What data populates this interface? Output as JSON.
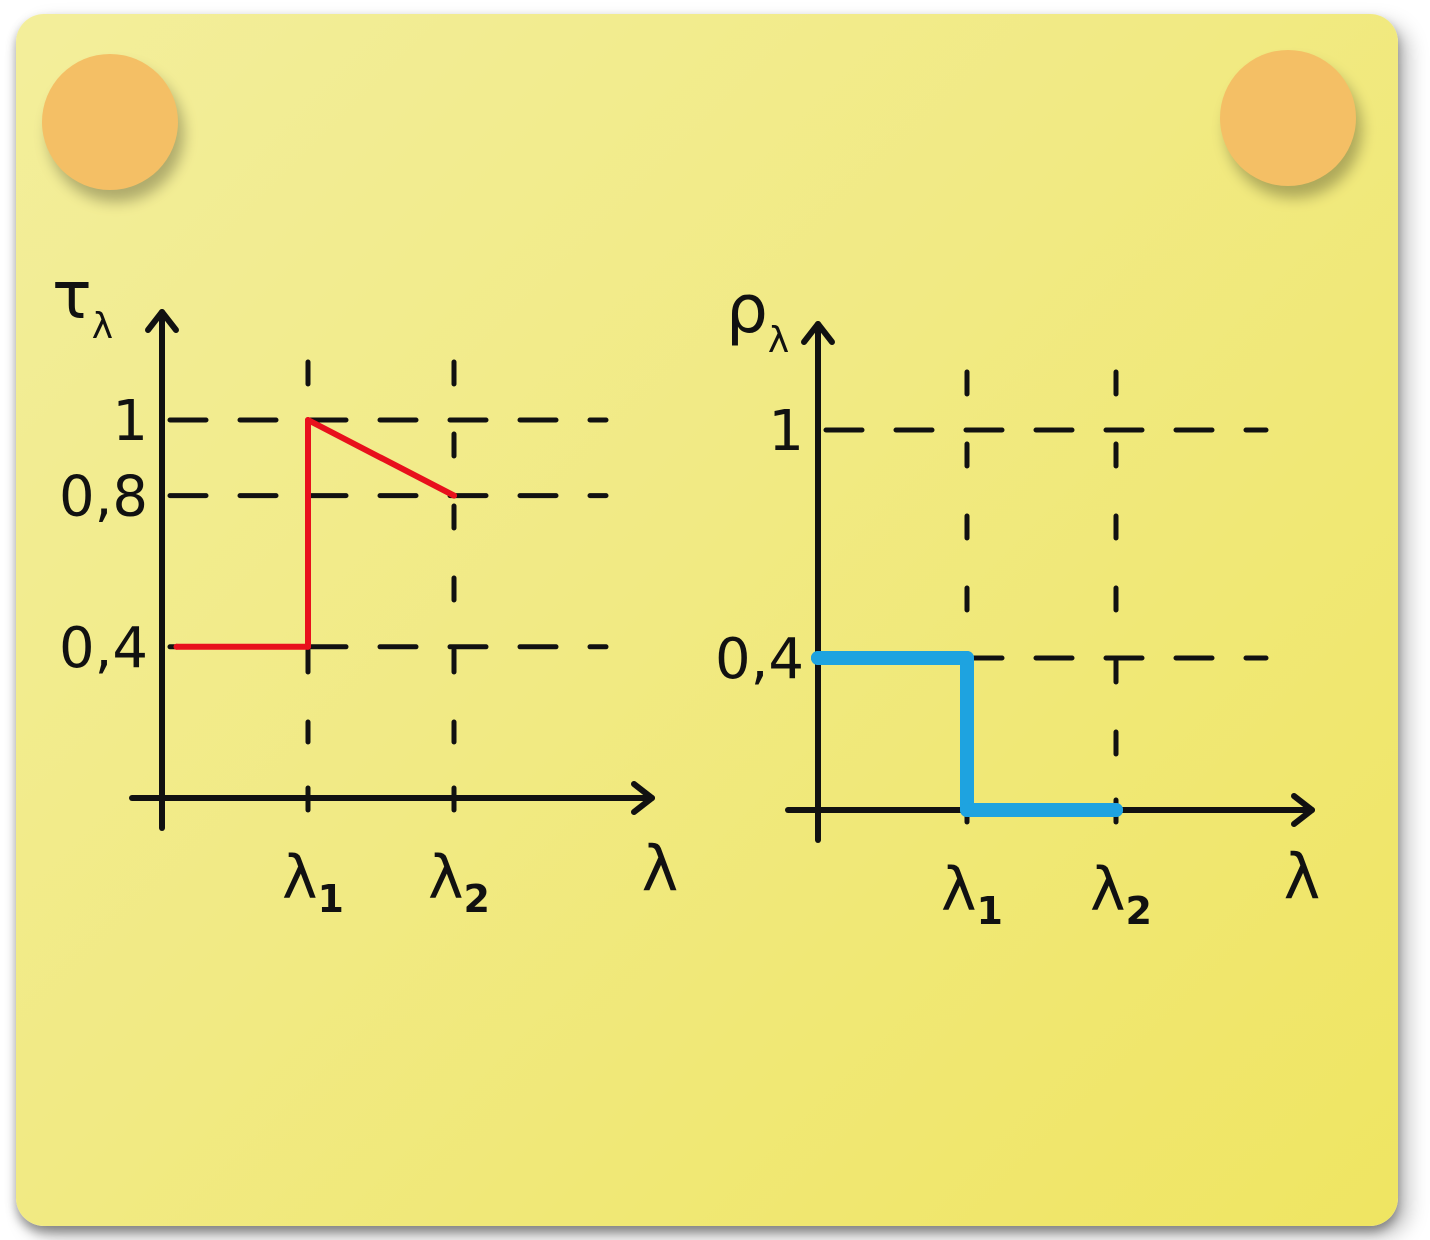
{
  "chart_data": [
    {
      "type": "line",
      "ylabel": "τ",
      "ylabel_sub": "λ",
      "xlabel": "λ",
      "xtick_labels": [
        {
          "text": "λ",
          "sub": "1"
        },
        {
          "text": "λ",
          "sub": "2"
        }
      ],
      "ytick_labels": [
        "1",
        "0,8",
        "0,4"
      ],
      "yticks": [
        1,
        0.8,
        0.4
      ],
      "xticks": [
        1,
        2
      ],
      "grid": "dashed",
      "series": [
        {
          "x": [
            0.1,
            1,
            1,
            2
          ],
          "y": [
            0.4,
            0.4,
            1,
            0.8
          ],
          "color": "#e8101c"
        }
      ]
    },
    {
      "type": "line",
      "ylabel": "ρ",
      "ylabel_sub": "λ",
      "xlabel": "λ",
      "xtick_labels": [
        {
          "text": "λ",
          "sub": "1"
        },
        {
          "text": "λ",
          "sub": "2"
        }
      ],
      "ytick_labels": [
        "1",
        "0,4"
      ],
      "yticks": [
        1,
        0.4
      ],
      "xticks": [
        1,
        2
      ],
      "grid": "dashed",
      "series": [
        {
          "x": [
            0,
            1,
            1,
            2
          ],
          "y": [
            0.4,
            0.4,
            0,
            0
          ],
          "color": "#1ea3e0"
        }
      ]
    }
  ]
}
